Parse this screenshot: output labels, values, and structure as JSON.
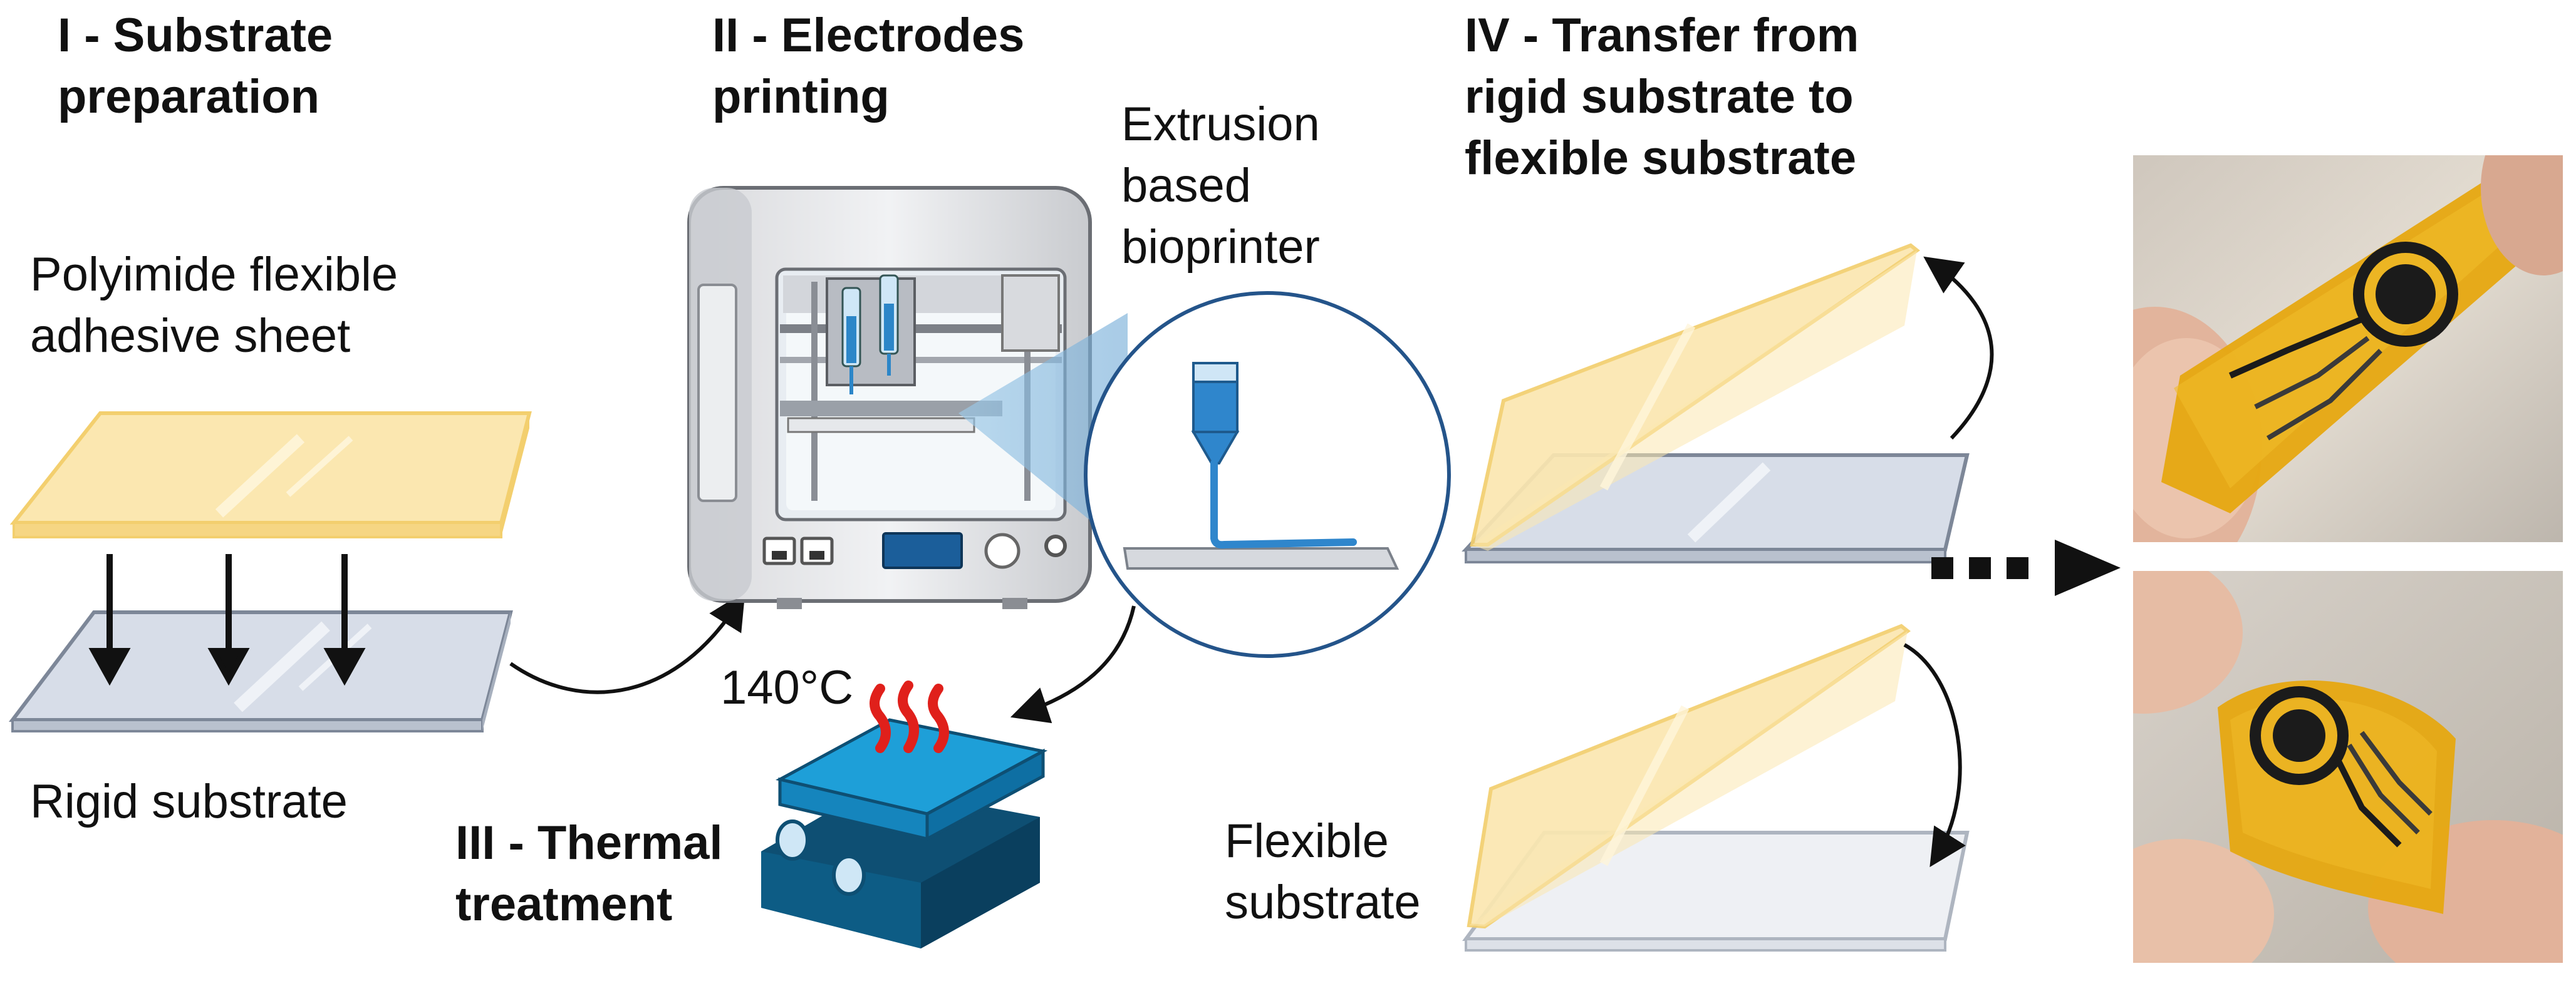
{
  "steps": {
    "step1": {
      "lines": [
        "I - Substrate",
        "preparation"
      ]
    },
    "step2": {
      "lines": [
        "II - Electrodes",
        "printing"
      ]
    },
    "step3": {
      "lines": [
        "III - Thermal",
        "treatment"
      ]
    },
    "step4": {
      "lines": [
        "IV - Transfer from",
        "rigid substrate to",
        "flexible substrate"
      ]
    }
  },
  "labels": {
    "polyimide": {
      "lines": [
        "Polyimide flexible",
        "adhesive sheet"
      ]
    },
    "rigid": {
      "lines": [
        "Rigid substrate"
      ]
    },
    "bioprinter": {
      "lines": [
        "Extrusion",
        "based",
        "bioprinter"
      ]
    },
    "temperature": {
      "lines": [
        "140°C"
      ]
    },
    "flexible": {
      "lines": [
        "Flexible",
        "substrate"
      ]
    }
  },
  "colors": {
    "polyimide_fill": "#fbe7b0",
    "polyimide_edge": "#f3cf6e",
    "glass_fill": "#d7dde8",
    "glass_edge": "#7d8798",
    "white_substrate": "#eef0f4",
    "bioink": "#3a8fd0",
    "hotplate_top": "#1e9fd8",
    "hotplate_body": "#0e4f73",
    "heat_waves": "#e0201b",
    "arrow": "#111111",
    "kapton": "#e6a810",
    "electrode": "#1b1b1b"
  },
  "icons": [
    "printer-icon",
    "hotplate-icon",
    "nozzle-icon",
    "photo-electrode-flat",
    "photo-electrode-bent"
  ]
}
